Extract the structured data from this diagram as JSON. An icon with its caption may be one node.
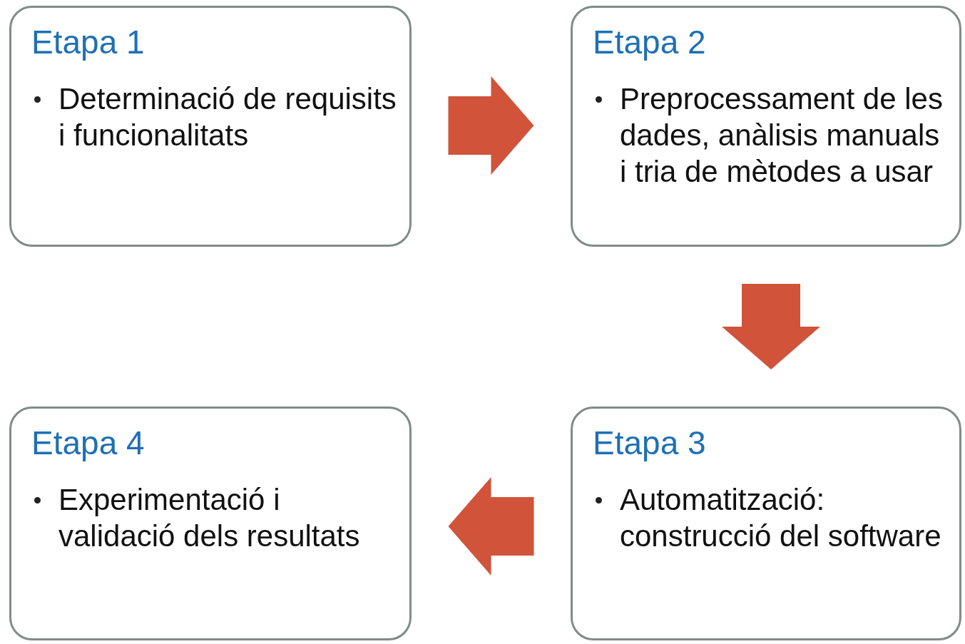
{
  "diagram": {
    "nodes": [
      {
        "text": [
          "Etapa 1",
          "Determinació de requisits i funcionalitats"
        ]
      },
      {
        "text": [
          "Etapa 2",
          "Preprocessament de les dades, anàlisis manuals i tria de mètodes a usar"
        ]
      },
      {
        "text": [
          "Etapa 3",
          "Automatització: construcció del software"
        ]
      },
      {
        "text": [
          "Etapa 4",
          "Experimentació i validació dels resultats"
        ]
      }
    ],
    "edges": [
      {
        "from": 0,
        "to": 1,
        "arrow": "to",
        "style": "thick"
      },
      {
        "from": 1,
        "to": 2,
        "arrow": "to",
        "style": "thick"
      },
      {
        "from": 2,
        "to": 3,
        "arrow": "to",
        "style": "thick"
      }
    ]
  }
}
